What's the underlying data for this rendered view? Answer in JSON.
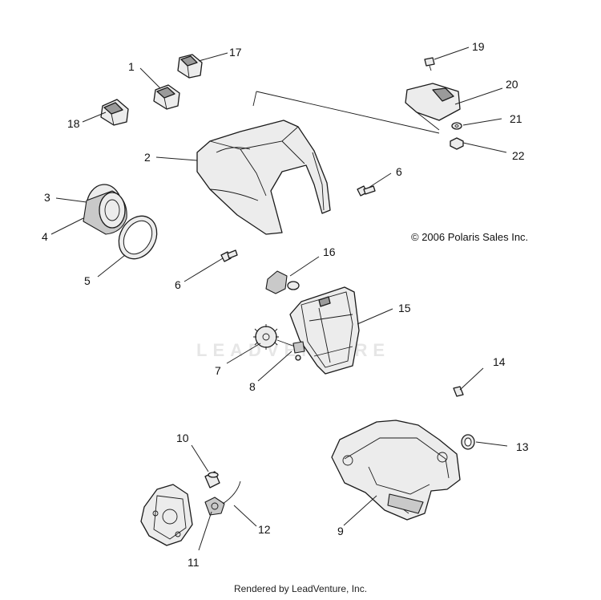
{
  "copyright": "© 2006 Polaris Sales Inc.",
  "footer": "Rendered by LeadVenture, Inc.",
  "watermark": "LEADVENTURE",
  "callouts": {
    "c1": "1",
    "c2": "2",
    "c3": "3",
    "c4": "4",
    "c5": "5",
    "c6a": "6",
    "c6b": "6",
    "c7": "7",
    "c8": "8",
    "c9": "9",
    "c10": "10",
    "c11": "11",
    "c12": "12",
    "c13": "13",
    "c14": "14",
    "c15": "15",
    "c16": "16",
    "c17": "17",
    "c18": "18",
    "c19": "19",
    "c20": "20",
    "c21": "21",
    "c22": "22"
  }
}
